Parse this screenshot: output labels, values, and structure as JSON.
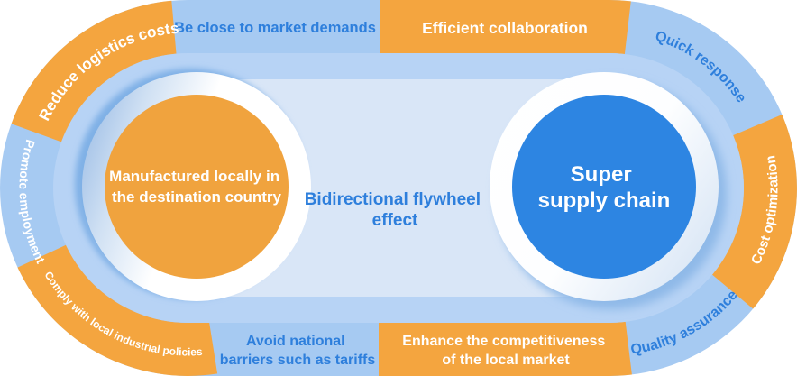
{
  "colors": {
    "orange": "#F4A53F",
    "segment_blue": "#A6CAF2",
    "ring_blue": "#B7D3F5",
    "inner_blue": "#D9E6F7",
    "label_blue": "#2E7FDC",
    "circle_orange": "#F0A33E",
    "circle_blue": "#2D85E2",
    "white": "#FFFFFF"
  },
  "center_label": {
    "line1": "Bidirectional flywheel",
    "line2": "effect"
  },
  "left_circle": {
    "line1": "Manufactured locally in",
    "line2": "the destination country"
  },
  "right_circle": {
    "line1": "Super",
    "line2": "supply chain"
  },
  "segments": {
    "reduce_logistics": {
      "label": "Reduce logistics costs"
    },
    "be_close": {
      "label": "Be close to market demands"
    },
    "efficient_collaboration": {
      "label": "Efficient collaboration"
    },
    "quick_response": {
      "label": "Quick response"
    },
    "cost_optimization": {
      "label": "Cost optimization"
    },
    "quality_assurance": {
      "label": "Quality assurance"
    },
    "enhance_competitiveness": {
      "line1": "Enhance the competitiveness",
      "line2": "of the local market"
    },
    "avoid_barriers": {
      "line1": "Avoid national",
      "line2": "barriers such as tariffs"
    },
    "comply_policies": {
      "label": "Comply with local industrial policies"
    },
    "promote_employment": {
      "label": "Promote employment"
    }
  }
}
